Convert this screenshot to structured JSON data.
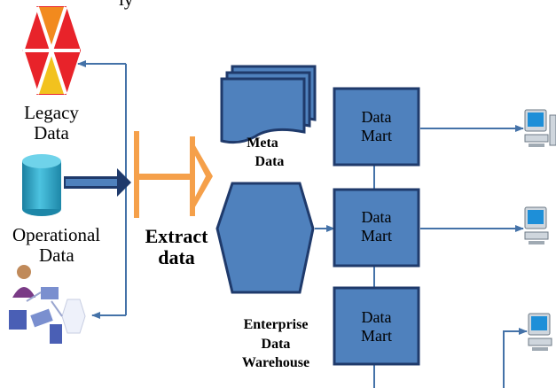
{
  "top_fragment": "ly",
  "sources": {
    "legacy": {
      "line1": "Legacy",
      "line2": "Data"
    },
    "operational": {
      "line1": "Operational",
      "line2": "Data"
    }
  },
  "extract": {
    "line1": "Extract",
    "line2": "data"
  },
  "meta_data": {
    "line1": "Meta",
    "line2": "Data"
  },
  "warehouse": {
    "line1": "Enterprise",
    "line2": "Data",
    "line3": "Warehouse"
  },
  "data_marts": [
    {
      "line1": "Data",
      "line2": "Mart"
    },
    {
      "line1": "Data",
      "line2": "Mart"
    },
    {
      "line1": "Data",
      "line2": "Mart"
    }
  ],
  "colors": {
    "arrow": "#4472a8",
    "box_fill": "#4f81bd",
    "box_border": "#1f3a6b",
    "extract_arrow": "#f5a04a",
    "legacy_red": "#e8232a",
    "legacy_orange": "#f28a1e",
    "cylinder": "#2aa3c4",
    "computer_screen": "#1e8fd8"
  },
  "icons": [
    "legacy-hexagon-icon",
    "database-cylinder-icon",
    "users-network-icon",
    "computer-icon"
  ]
}
